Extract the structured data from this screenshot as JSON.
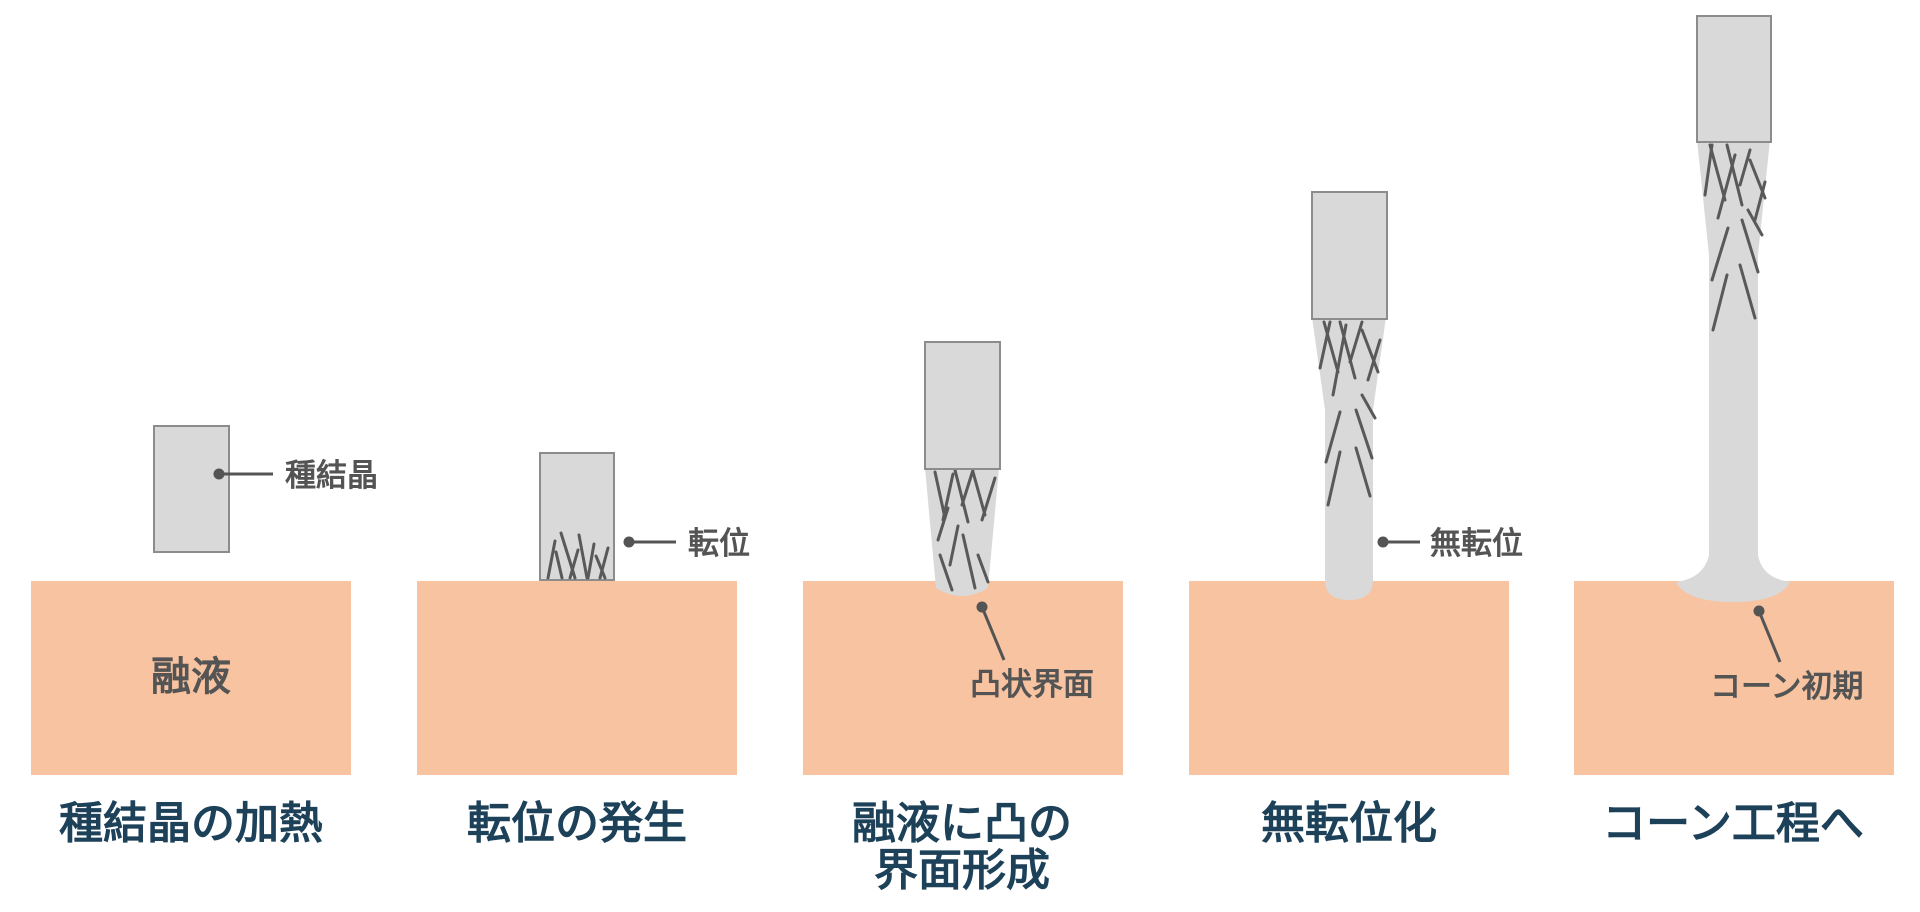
{
  "colors": {
    "melt": "#f7c3a0",
    "crystal_fill": "#d9d9d9",
    "crystal_stroke": "#8c8c8c",
    "dislocation": "#595959",
    "label_text": "#545454",
    "title_text": "#1c4159"
  },
  "stages": [
    {
      "title_lines": [
        "種結晶の加熱"
      ],
      "melt_label": "融液",
      "callout": "種結晶"
    },
    {
      "title_lines": [
        "転位の発生"
      ],
      "callout": "転位"
    },
    {
      "title_lines": [
        "融液に凸の",
        "界面形成"
      ],
      "callout": "凸状界面"
    },
    {
      "title_lines": [
        "無転位化"
      ],
      "callout": "無転位"
    },
    {
      "title_lines": [
        "コーン工程へ"
      ],
      "callout": "コーン初期"
    }
  ]
}
